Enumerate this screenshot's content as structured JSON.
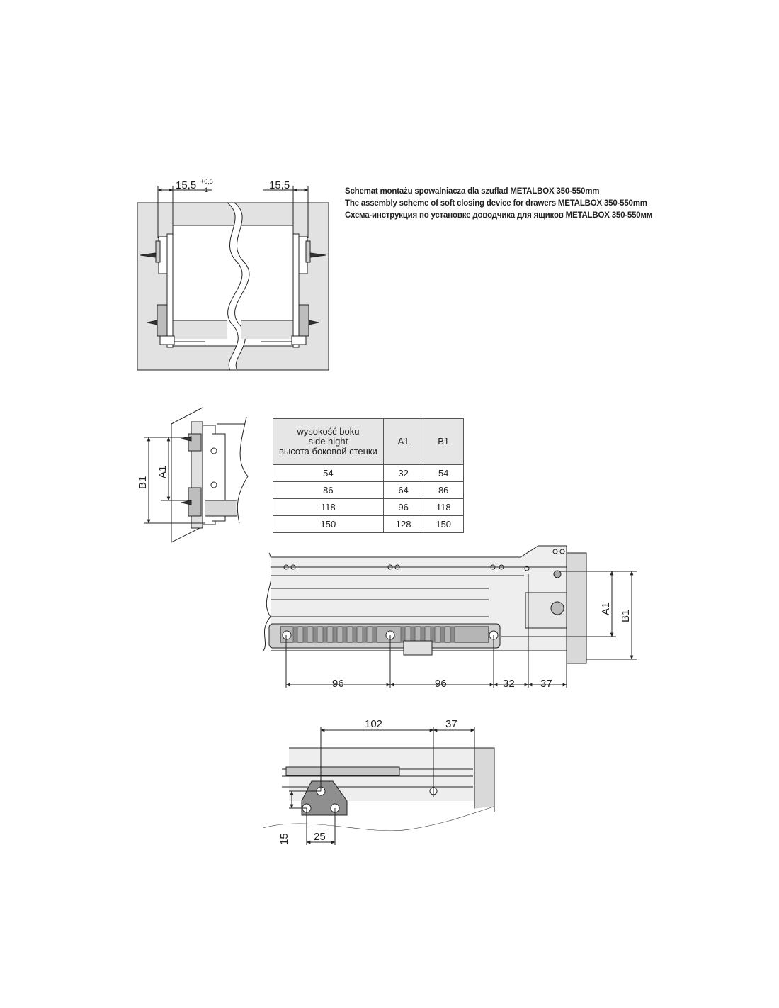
{
  "title": {
    "line_pl": "Schemat montażu spowalniacza dla szuflad METALBOX 350-550mm",
    "line_en": "The assembly scheme of soft closing device for drawers METALBOX 350-550mm",
    "line_ru": "Схема-инструкция по установке доводчика для ящиков METALBOX 350-550мм"
  },
  "front_view": {
    "dim_left": "15,5",
    "dim_left_tol_upper": "+0,5",
    "dim_left_tol_lower": "-1",
    "dim_right": "15,5"
  },
  "side_view": {
    "label_b1": "B1",
    "label_a1": "A1"
  },
  "spec_table": {
    "header": {
      "side_height": [
        "wysokość boku",
        "side hight",
        "высота боковой стенки"
      ],
      "a1": "A1",
      "b1": "B1"
    },
    "rows": [
      {
        "side": "54",
        "a1": "32",
        "b1": "54"
      },
      {
        "side": "86",
        "a1": "64",
        "b1": "86"
      },
      {
        "side": "118",
        "a1": "96",
        "b1": "118"
      },
      {
        "side": "150",
        "a1": "128",
        "b1": "150"
      }
    ]
  },
  "runner_view": {
    "dim_96_a": "96",
    "dim_96_b": "96",
    "dim_32": "32",
    "dim_37": "37",
    "label_a1": "A1",
    "label_b1": "B1"
  },
  "bottom_view": {
    "dim_102": "102",
    "dim_37": "37",
    "dim_15": "15",
    "dim_25": "25"
  },
  "colors": {
    "panel_fill": "#e2e2e2",
    "line": "#222222",
    "table_header": "#e6e6e6"
  }
}
